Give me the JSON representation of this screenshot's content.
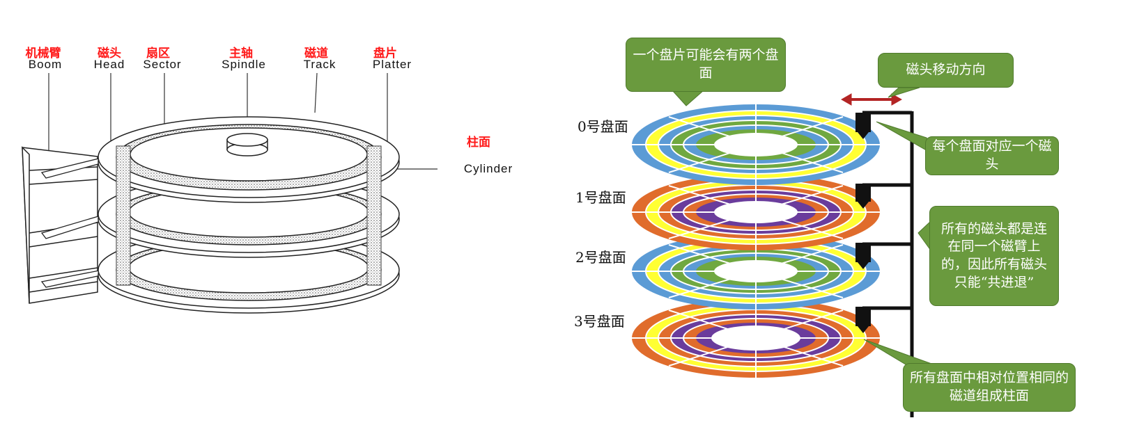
{
  "left_diagram": {
    "labels": [
      {
        "cn": "机械臂",
        "en": "Boom"
      },
      {
        "cn": "磁头",
        "en": "Head"
      },
      {
        "cn": "扇区",
        "en": "Sector"
      },
      {
        "cn": "主轴",
        "en": "Spindle"
      },
      {
        "cn": "磁道",
        "en": "Track"
      },
      {
        "cn": "盘片",
        "en": "Platter"
      }
    ],
    "cylinder_cn": "柱面",
    "cylinder_en": "Cylinder"
  },
  "right_diagram": {
    "surfaces": [
      "0号盘面",
      "1号盘面",
      "2号盘面",
      "3号盘面"
    ],
    "callouts": {
      "two_sides": "一个盘片可能会有两个盘面",
      "head_direction": "磁头移动方向",
      "one_head_each": "每个盘面对应一个磁头",
      "shared_arm": "所有的磁头都是连在同一个磁臂上的，因此所有磁头只能“共进退”",
      "cylinder_def": "所有盘面中相对位置相同的磁道组成柱面"
    },
    "colors": {
      "callout_green": "#6a9a3e",
      "ring_blue": "#5b9bd5",
      "ring_yellow": "#ffff33",
      "ring_green": "#70a840",
      "ring_orange": "#e06c2c",
      "ring_purple": "#6a3c9c",
      "arrow_red": "#b32424"
    }
  }
}
